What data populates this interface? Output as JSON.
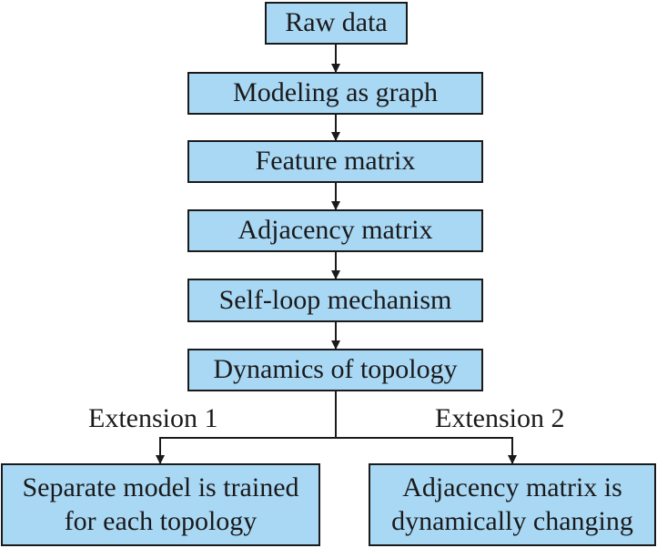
{
  "nodes": {
    "raw_data": "Raw data",
    "modeling_as_graph": "Modeling as graph",
    "feature_matrix": "Feature matrix",
    "adjacency_matrix": "Adjacency matrix",
    "self_loop_mechanism": "Self-loop mechanism",
    "dynamics_of_topology": "Dynamics of topology",
    "separate_model": [
      "Separate model is trained",
      "for each topology"
    ],
    "adjacency_changing": [
      "Adjacency matrix is",
      "dynamically changing"
    ]
  },
  "branch_labels": {
    "extension_1": "Extension 1",
    "extension_2": "Extension 2"
  },
  "colors": {
    "box_fill": "#a9d8f5",
    "stroke": "#1a1a1a"
  }
}
